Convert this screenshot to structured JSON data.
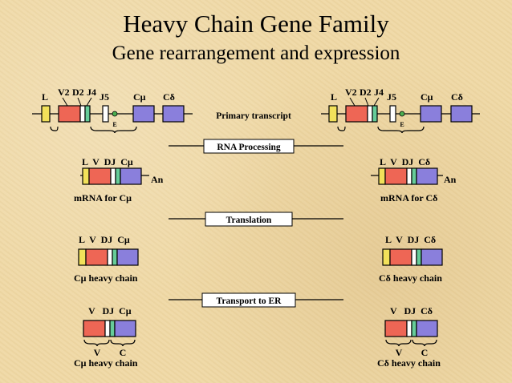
{
  "title": "Heavy Chain Gene Family",
  "subtitle": "Gene rearrangement and expression",
  "colors": {
    "leader": "#f2e15a",
    "variable": "#ee6655",
    "diversity": "#ffffff",
    "joining": "#66cc99",
    "constant": "#8a7fdc",
    "enhancer": "#4caf50"
  },
  "genes": {
    "left": {
      "L": "L",
      "V": "V2",
      "D": "D2",
      "J": "J4",
      "J5": "J5",
      "Cmu": "Cμ",
      "Cdelta": "Cδ"
    },
    "right": {
      "L": "L",
      "V": "V2",
      "D": "D2",
      "J": "J4",
      "J5": "J5",
      "Cmu": "Cμ",
      "Cdelta": "Cδ"
    },
    "enhancer": "E"
  },
  "steps": {
    "primary": "Primary transcript",
    "rna": "RNA Processing",
    "translation": "Translation",
    "transport": "Transport to ER"
  },
  "mrna": {
    "left": {
      "header": "L  V  DJ  Cμ",
      "tail": "An",
      "caption": "mRNA for Cμ"
    },
    "right": {
      "header": "L  V  DJ  Cδ",
      "tail": "An",
      "caption": "mRNA for Cδ"
    }
  },
  "protein": {
    "left": {
      "header": "L  V  DJ  Cμ",
      "caption": "Cμ heavy chain"
    },
    "right": {
      "header": "L  V  DJ  Cδ",
      "caption": "Cδ heavy chain"
    }
  },
  "er": {
    "left": {
      "header": "V   DJ  Cμ",
      "v": "V",
      "c": "C",
      "caption": "Cμ heavy chain"
    },
    "right": {
      "header": "V   DJ  Cδ",
      "v": "V",
      "c": "C",
      "caption": "Cδ heavy chain"
    }
  }
}
